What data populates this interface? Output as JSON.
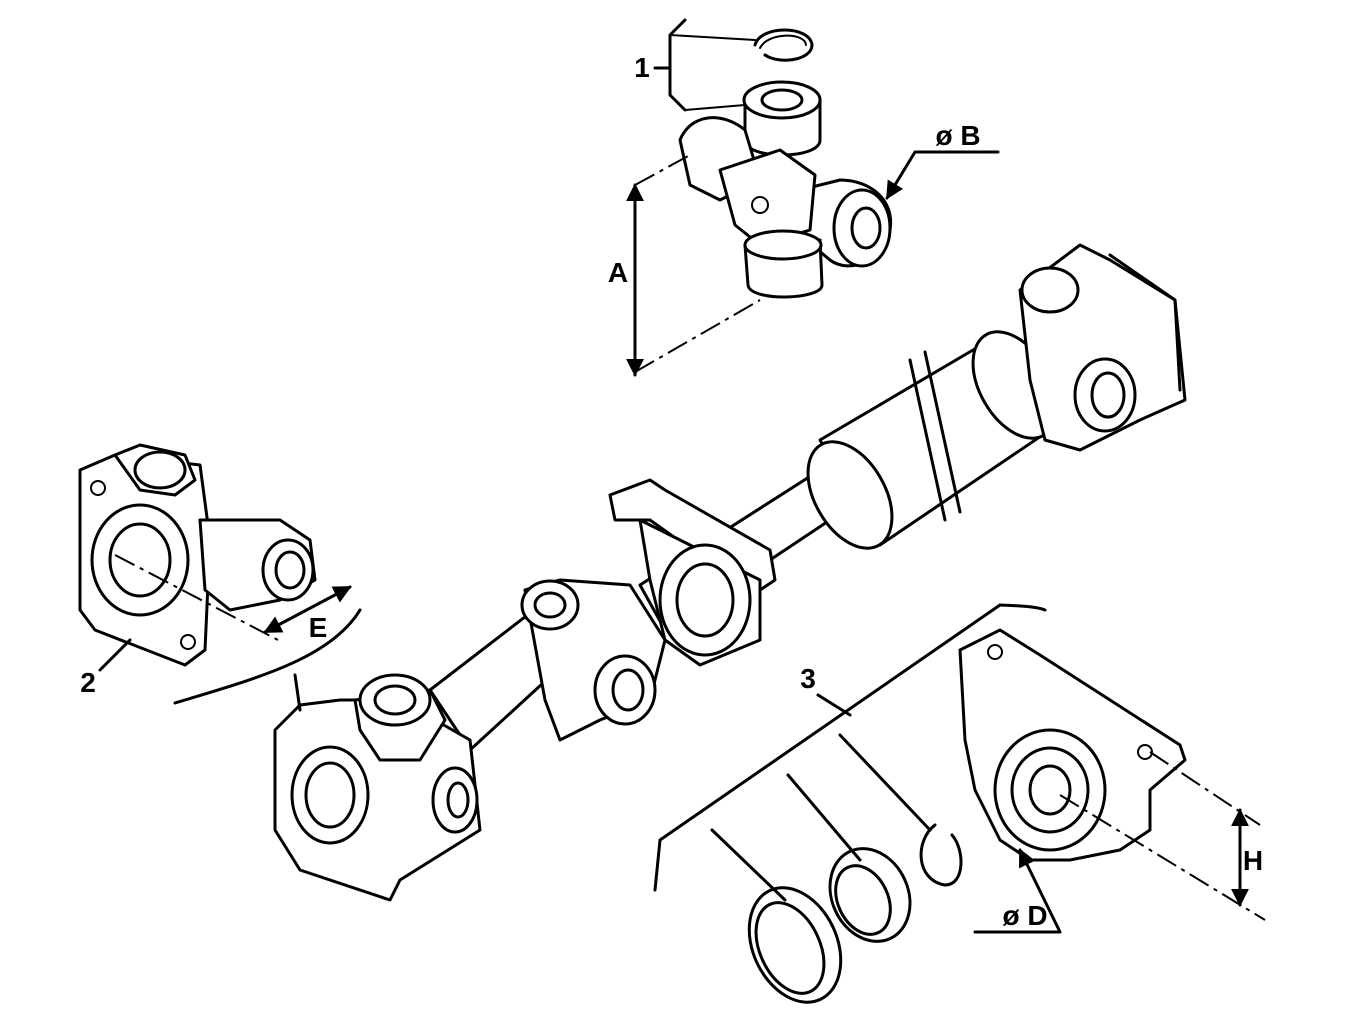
{
  "callouts": {
    "part_1": "1",
    "part_2": "2",
    "part_3": "3"
  },
  "dimensions": {
    "a": "A",
    "b": "ø B",
    "d": "ø D",
    "e": "E",
    "h": "H"
  }
}
